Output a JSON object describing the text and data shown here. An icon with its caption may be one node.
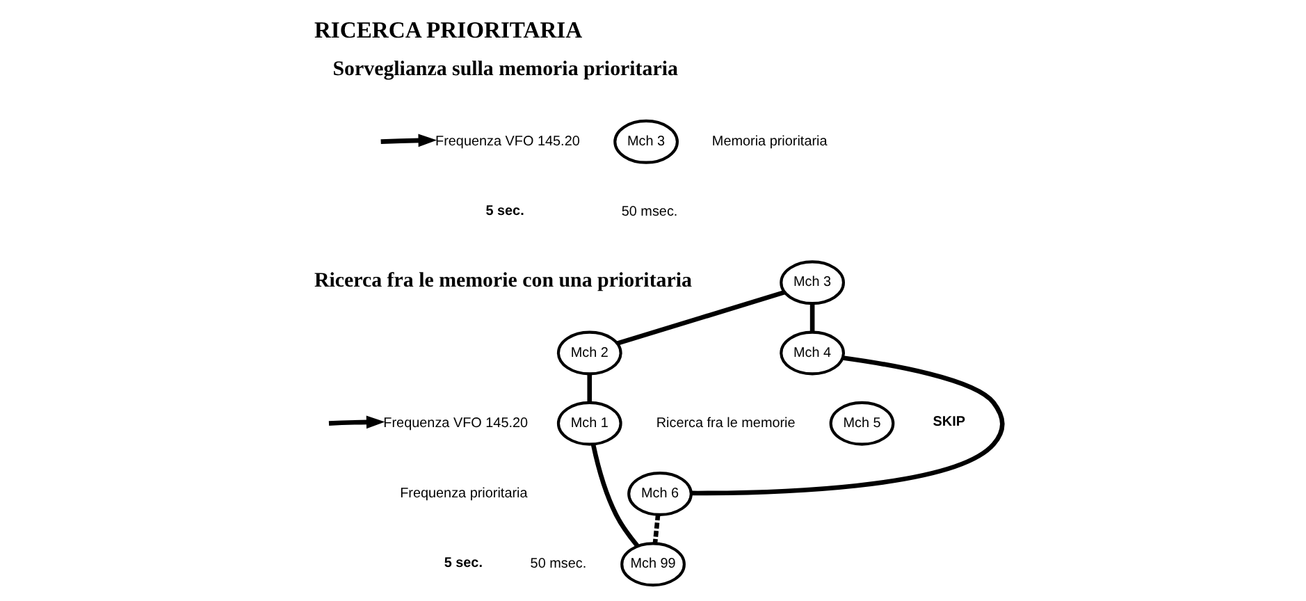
{
  "diagram": {
    "title": "RICERCA PRIORITARIA",
    "nodes": [
      {
        "text": [
          "Frequenza VFO 145.20"
        ]
      },
      {
        "text": [
          "Mch 3"
        ],
        "beside": [
          "Memoria prioritaria"
        ]
      },
      {
        "text": [
          "Frequenza VFO 145.20"
        ]
      },
      {
        "text": [
          "Mch 3"
        ]
      },
      {
        "text": [
          "Mch 2"
        ]
      },
      {
        "text": [
          "Mch 4"
        ]
      },
      {
        "text": [
          "Mch 1"
        ]
      },
      {
        "text": [
          "Mch 5"
        ],
        "beside": [
          "SKIP"
        ]
      },
      {
        "text": [
          "Mch 99"
        ]
      },
      {
        "text": [
          "Mch 6"
        ]
      }
    ],
    "edges": [
      {
        "from": null,
        "to": 0,
        "arrow": "to"
      },
      {
        "from": null,
        "to": 2,
        "arrow": "to"
      },
      {
        "from": 6,
        "to": 4,
        "arrow": "none"
      },
      {
        "from": 4,
        "to": 3,
        "arrow": "none"
      },
      {
        "from": 3,
        "to": 5,
        "arrow": "none"
      },
      {
        "from": 5,
        "to": 9,
        "arrow": "none"
      },
      {
        "from": 9,
        "to": 8,
        "arrow": "none",
        "style": "dashed"
      },
      {
        "from": 8,
        "to": 6,
        "arrow": "none"
      }
    ],
    "labels": [
      "Sorveglianza sulla memoria prioritaria",
      "5 sec.",
      "50 msec.",
      "Ricerca fra le memorie con una prioritaria",
      "Ricerca fra le memorie",
      "Frequenza prioritaria",
      "5 sec.",
      "50 msec."
    ]
  }
}
